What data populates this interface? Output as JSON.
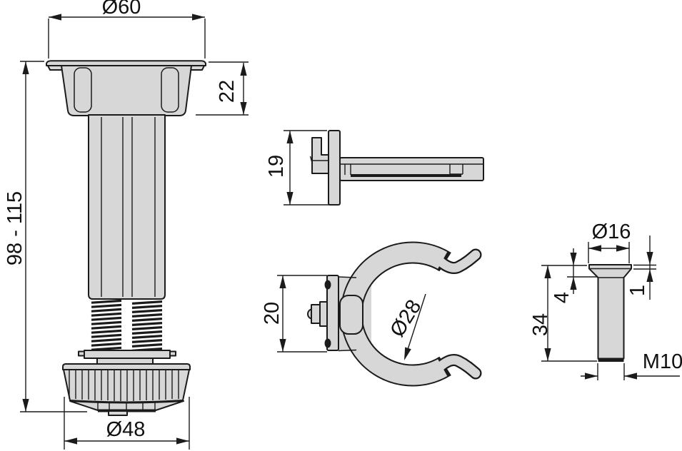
{
  "drawing": {
    "background_color": "#ffffff",
    "outline_color": "#1b1b1b",
    "part_fill_color": "#d7d7d7",
    "views": {
      "leg": {
        "top_plate_diameter": "Ø60",
        "cap_height": "22",
        "height_range": "98 - 115",
        "foot_diameter": "Ø48"
      },
      "bracket": {
        "height": "19"
      },
      "clip": {
        "height": "20",
        "inner_diameter": "Ø28"
      },
      "bolt": {
        "head_diameter": "Ø16",
        "head_rim_thickness": "1",
        "head_depth": "4",
        "length": "34",
        "thread": "M10"
      }
    }
  }
}
